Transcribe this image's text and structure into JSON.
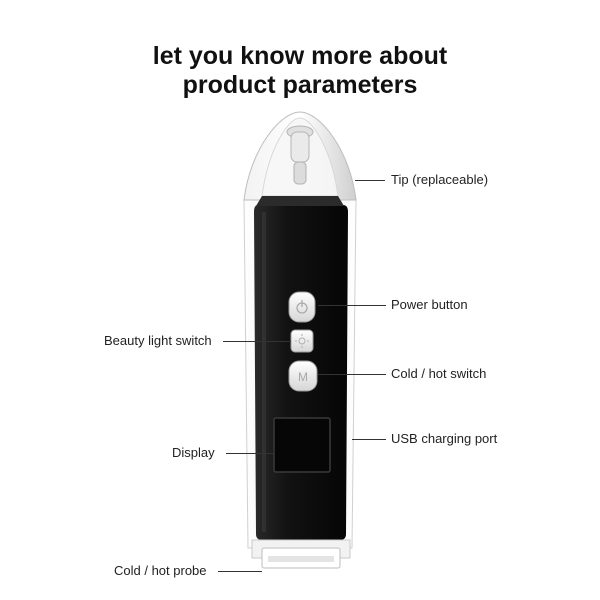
{
  "header": {
    "line1": "let you know more about",
    "line2": "product parameters"
  },
  "callouts": {
    "tip": "Tip (replaceable)",
    "power": "Power button",
    "beauty": "Beauty light switch",
    "coldhot_switch": "Cold / hot switch",
    "display": "Display",
    "usb": "USB charging port",
    "probe": "Cold / hot probe"
  },
  "buttons": {
    "mode_letter": "M"
  },
  "colors": {
    "body": "#141414",
    "button": "#e9e9e9",
    "frame": "#f1f1f1",
    "line": "#333333"
  }
}
